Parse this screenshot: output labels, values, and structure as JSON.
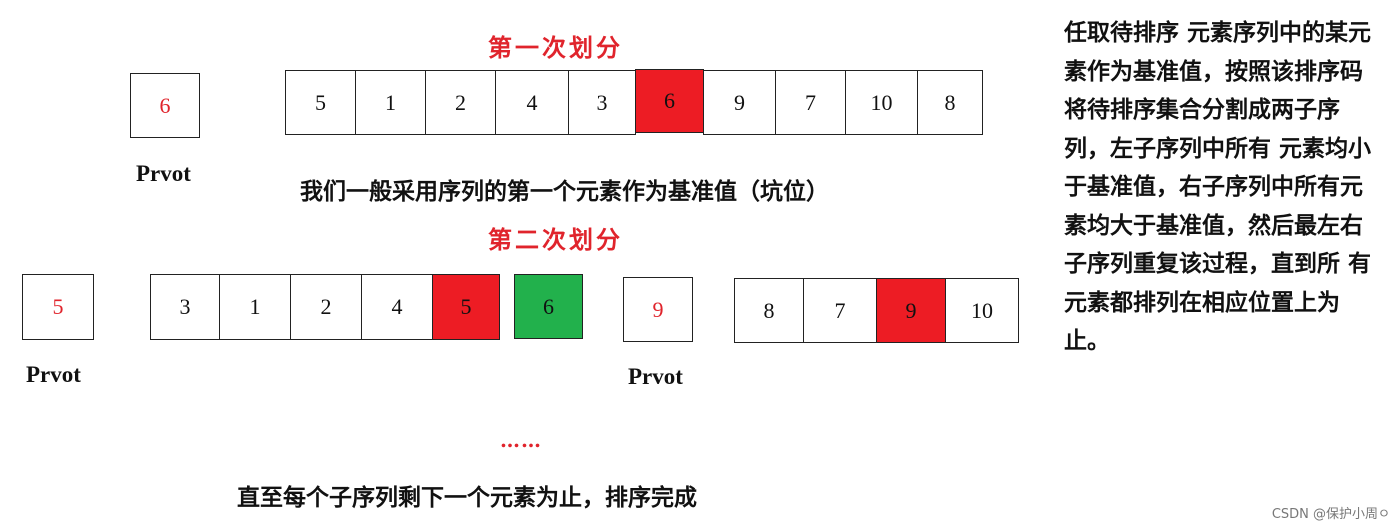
{
  "first": {
    "title": "第一次划分",
    "pivot": {
      "value": "6",
      "label": "Prvot"
    },
    "sequence": [
      "5",
      "1",
      "2",
      "4",
      "3",
      "6",
      "9",
      "7",
      "10",
      "8"
    ],
    "caption": "我们一般采用序列的第一个元素作为基准值（坑位）"
  },
  "second": {
    "title": "第二次划分",
    "left_pivot": {
      "value": "5",
      "label": "Prvot"
    },
    "left_sequence": [
      "3",
      "1",
      "2",
      "4",
      "5"
    ],
    "middle": "6",
    "right_pivot": {
      "value": "9",
      "label": "Prvot"
    },
    "right_sequence": [
      "8",
      "7",
      "9",
      "10"
    ]
  },
  "ellipsis": "……",
  "conclusion": "直至每个子序列剩下一个元素为止，排序完成",
  "side_text": "任取待排序 元素序列中的某元素作为基准值，按照该排序码将待排序集合分割成两子序列，左子序列中所有 元素均小于基准值，右子序列中所有元素均大于基准值，然后最左右子序列重复该过程，直到所 有元素都排列在相应位置上为止。",
  "watermark": "CSDN @保护小周ㅇ",
  "colors": {
    "red": "#ed1c24",
    "green": "#22b14c",
    "title_red": "#e0242c"
  }
}
